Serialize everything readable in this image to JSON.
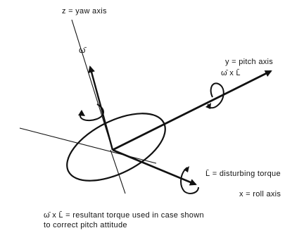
{
  "labels": {
    "yaw_axis": "z = yaw axis",
    "omega": "ω̄",
    "pitch_axis": "y = pitch axis",
    "omega_cross_L": "ω̄ x L̄",
    "disturbing_torque": "L̄ = disturbing torque",
    "roll_axis": "x = roll axis",
    "note_line1": "ω̄ x L̄ = resultant torque used in case shown",
    "note_line2": "to correct pitch attitude"
  },
  "colors": {
    "ink": "#111111",
    "background": "#ffffff"
  }
}
